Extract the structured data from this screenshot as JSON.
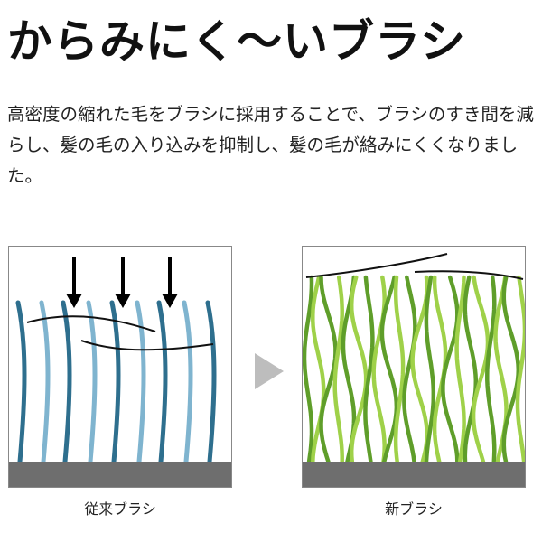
{
  "title": "からみにく〜いブラシ",
  "description": "高密度の縮れた毛をブラシに採用することで、ブラシのすき間を減らし、髪の毛の入り込みを抑制し、髪の毛が絡みにくくなりました。",
  "panels": {
    "old": {
      "caption": "従来ブラシ"
    },
    "new": {
      "caption": "新ブラシ"
    }
  },
  "colors": {
    "old_bristle_dark": "#2e6f8e",
    "old_bristle_light": "#7fb4cf",
    "new_bristle_dark": "#5f9e2a",
    "new_bristle_light": "#9fd149",
    "base": "#6e6e6e",
    "hair": "#111111",
    "between_arrow": "#bdbdbd"
  },
  "icons": {
    "push_arrow": "down-arrow-icon",
    "transition_arrow": "play-triangle-icon"
  }
}
